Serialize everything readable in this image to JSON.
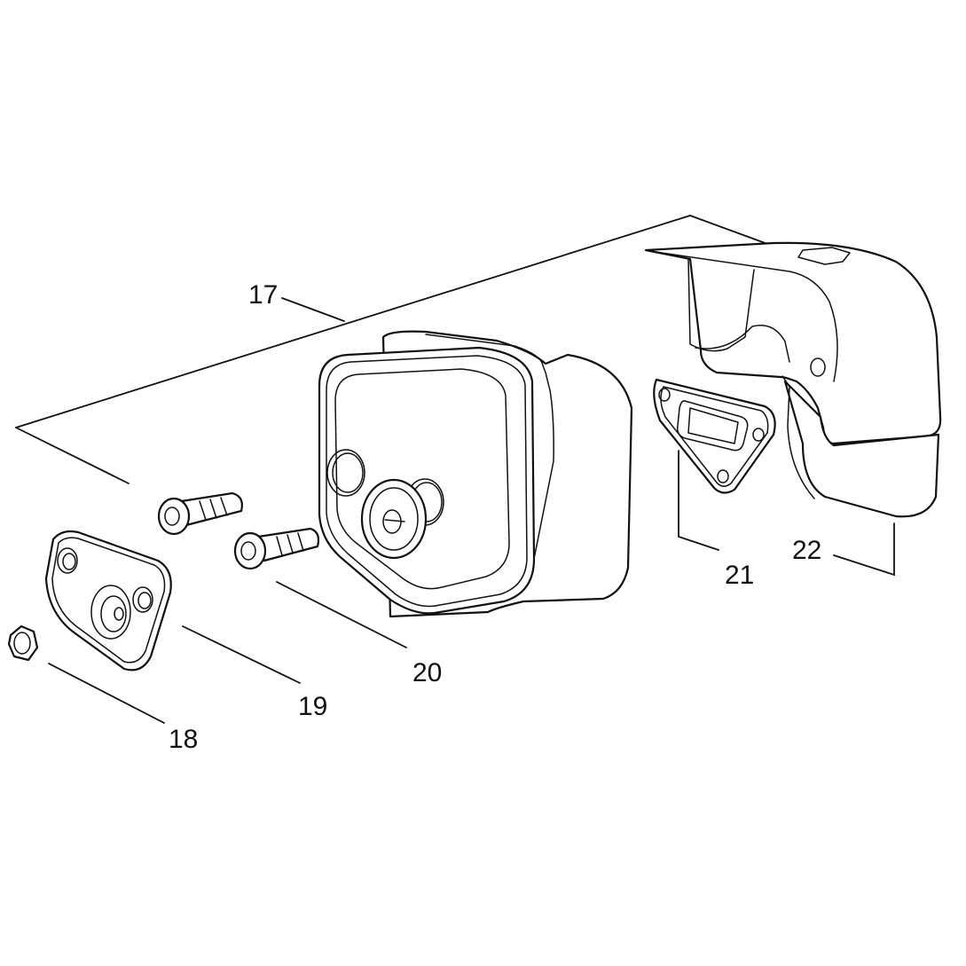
{
  "diagram": {
    "type": "exploded-parts-view",
    "callouts": {
      "p17": "17",
      "p18": "18",
      "p19": "19",
      "p20": "20",
      "p21": "21",
      "p22": "22"
    }
  }
}
